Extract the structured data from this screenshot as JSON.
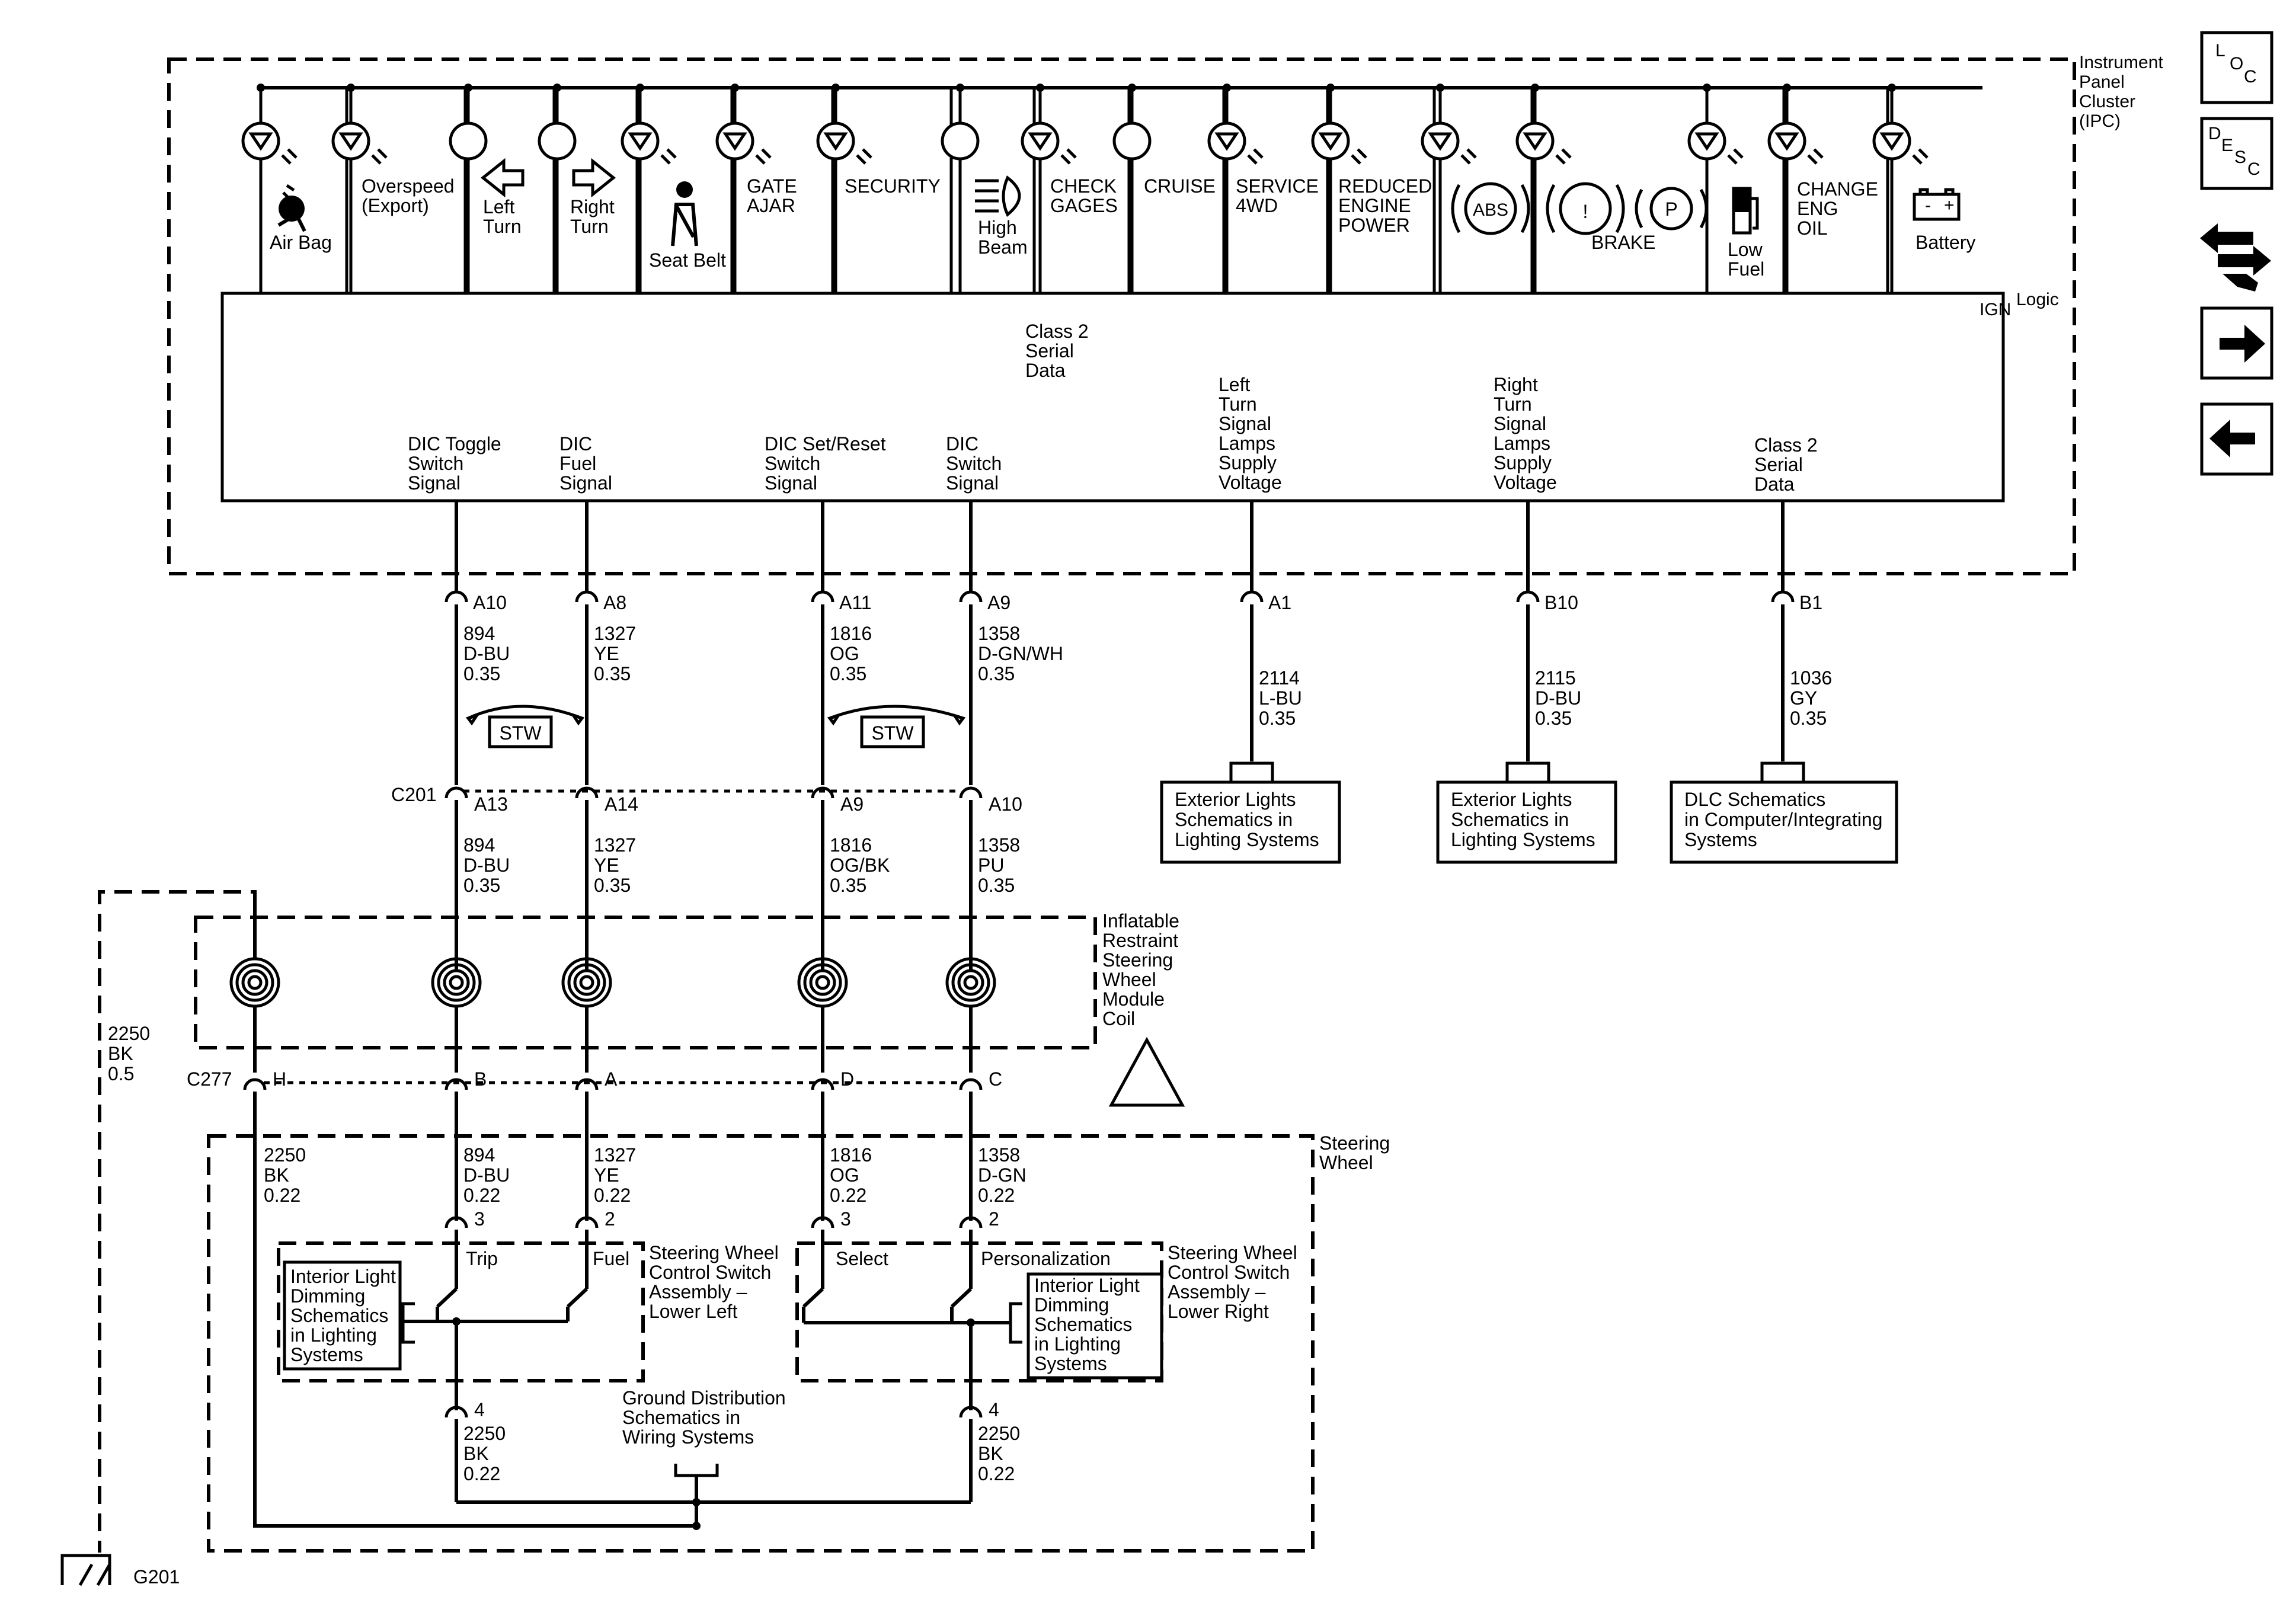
{
  "ipc": {
    "title_lines": [
      "Instrument",
      "Panel",
      "Cluster",
      "(IPC)"
    ],
    "logic": "Logic",
    "ign": "IGN",
    "class2_top": [
      "Class 2",
      "Serial",
      "Data"
    ],
    "indicators": [
      {
        "lines": [
          "Air Bag"
        ],
        "icon": "led"
      },
      {
        "lines": [
          "Overspeed",
          "(Export)"
        ],
        "icon": "led"
      },
      {
        "lines": [
          "Left",
          "Turn"
        ],
        "icon": "bulb"
      },
      {
        "lines": [
          "Right",
          "Turn"
        ],
        "icon": "bulb"
      },
      {
        "lines": [
          "Seat Belt"
        ],
        "icon": "led"
      },
      {
        "lines": [
          "GATE",
          "AJAR"
        ],
        "icon": "led"
      },
      {
        "lines": [
          "SECURITY"
        ],
        "icon": "led"
      },
      {
        "lines": [
          "High",
          "Beam"
        ],
        "icon": "bulb"
      },
      {
        "lines": [
          "CHECK",
          "GAGES"
        ],
        "icon": "led"
      },
      {
        "lines": [
          "CRUISE"
        ],
        "icon": "bulb"
      },
      {
        "lines": [
          "SERVICE",
          "4WD"
        ],
        "icon": "led"
      },
      {
        "lines": [
          "REDUCED",
          "ENGINE",
          "POWER"
        ],
        "icon": "led"
      },
      {
        "lines": [
          "ABS"
        ],
        "icon": "led"
      },
      {
        "lines": [
          "BRAKE"
        ],
        "icon": "led"
      },
      {
        "lines": [
          "Low",
          "Fuel"
        ],
        "icon": "led"
      },
      {
        "lines": [
          "CHANGE",
          "ENG",
          "OIL"
        ],
        "icon": "led"
      },
      {
        "lines": [
          "Battery"
        ],
        "icon": "led"
      }
    ],
    "brake_symbols": [
      "!",
      "P"
    ],
    "abs_symbol": "ABS",
    "battery_symbols": [
      "-",
      "+"
    ],
    "signals": [
      {
        "lines": [
          "DIC Toggle",
          "Switch",
          "Signal"
        ]
      },
      {
        "lines": [
          "DIC",
          "Fuel",
          "Signal"
        ]
      },
      {
        "lines": [
          "DIC Set/Reset",
          "Switch",
          "Signal"
        ]
      },
      {
        "lines": [
          "DIC",
          "Switch",
          "Signal"
        ]
      },
      {
        "lines": [
          "Left",
          "Turn",
          "Signal",
          "Lamps",
          "Supply",
          "Voltage"
        ]
      },
      {
        "lines": [
          "Right",
          "Turn",
          "Signal",
          "Lamps",
          "Supply",
          "Voltage"
        ]
      },
      {
        "lines": [
          "Class 2",
          "Serial",
          "Data"
        ]
      }
    ]
  },
  "pins_top": [
    "A10",
    "A8",
    "A11",
    "A9",
    "A1",
    "B10",
    "B1"
  ],
  "wires_top": [
    [
      "894",
      "D-BU",
      "0.35"
    ],
    [
      "1327",
      "YE",
      "0.35"
    ],
    [
      "1816",
      "OG",
      "0.35"
    ],
    [
      "1358",
      "D-GN/WH",
      "0.35"
    ],
    [
      "2114",
      "L-BU",
      "0.35"
    ],
    [
      "2115",
      "D-BU",
      "0.35"
    ],
    [
      "1036",
      "GY",
      "0.35"
    ]
  ],
  "stw_label": "STW",
  "references": [
    [
      "Exterior Lights",
      "Schematics in",
      "Lighting Systems"
    ],
    [
      "Exterior Lights",
      "Schematics in",
      "Lighting Systems"
    ],
    [
      "DLC Schematics",
      "in Computer/Integrating",
      "Systems"
    ]
  ],
  "c201": {
    "name": "C201",
    "pins": [
      "A13",
      "A14",
      "A9",
      "A10"
    ]
  },
  "wires_mid": [
    [
      "894",
      "D-BU",
      "0.35"
    ],
    [
      "1327",
      "YE",
      "0.35"
    ],
    [
      "1816",
      "OG/BK",
      "0.35"
    ],
    [
      "1358",
      "PU",
      "0.35"
    ]
  ],
  "coil_label": [
    "Inflatable",
    "Restraint",
    "Steering",
    "Wheel",
    "Module",
    "Coil"
  ],
  "ground_wire": [
    "2250",
    "BK",
    "0.5"
  ],
  "c277": {
    "name": "C277",
    "pins": [
      "H",
      "B",
      "A",
      "D",
      "C"
    ]
  },
  "steering_wheel_label": [
    "Steering",
    "Wheel"
  ],
  "wires_sw": [
    [
      "2250",
      "BK",
      "0.22"
    ],
    [
      "894",
      "D-BU",
      "0.22"
    ],
    [
      "1327",
      "YE",
      "0.22"
    ],
    [
      "1816",
      "OG",
      "0.22"
    ],
    [
      "1358",
      "D-GN",
      "0.22"
    ]
  ],
  "switch_pins": [
    "3",
    "2",
    "3",
    "2"
  ],
  "left_switch": {
    "buttons": [
      "Trip",
      "Fuel"
    ],
    "label": [
      "Steering Wheel",
      "Control Switch",
      "Assembly –",
      "Lower Left"
    ],
    "dimming": [
      "Interior Light",
      "Dimming",
      "Schematics",
      "in Lighting",
      "Systems"
    ],
    "ground_pin": "4"
  },
  "right_switch": {
    "buttons": [
      "Select",
      "Personalization"
    ],
    "label": [
      "Steering Wheel",
      "Control Switch",
      "Assembly –",
      "Lower Right"
    ],
    "dimming": [
      "Interior Light",
      "Dimming",
      "Schematics",
      "in Lighting",
      "Systems"
    ],
    "ground_pin": "4"
  },
  "ground_ref": [
    "Ground Distribution",
    "Schematics in",
    "Wiring Systems"
  ],
  "wires_bottom": [
    [
      "2250",
      "BK",
      "0.22"
    ],
    [
      "2250",
      "BK",
      "0.22"
    ]
  ],
  "g201": "G201",
  "nav": {
    "loc": [
      "L",
      "O",
      "C"
    ],
    "desc": [
      "D",
      "E",
      "S",
      "C"
    ]
  }
}
